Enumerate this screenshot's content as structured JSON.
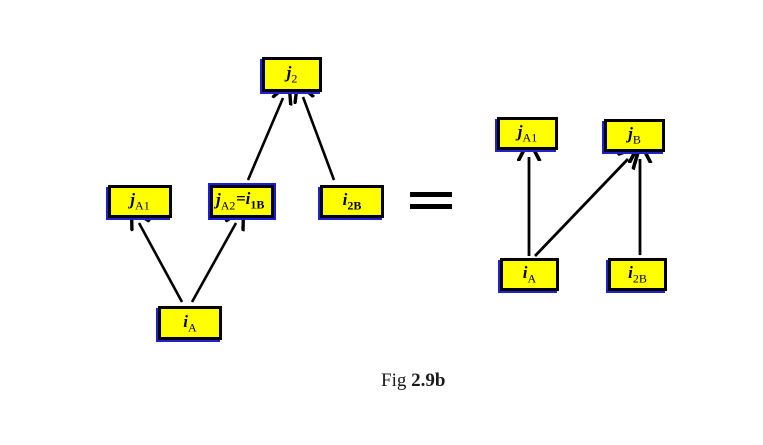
{
  "figure": {
    "caption": "Fig 2.9b",
    "caption_lead": "Fig ",
    "caption_number": "2.9b",
    "colors": {
      "node_fill": "#FFFF00",
      "node_border": "#000000",
      "node_shadow": "#2222CC",
      "arrow": "#000000",
      "background": "#FFFFFF",
      "selection": "#1A1AE0"
    }
  },
  "equality_operator": {
    "symbol": "=",
    "name": "equals-sign"
  },
  "left_diagram": {
    "name": "left-graph",
    "nodes": [
      {
        "id": "j2",
        "label_main": "j",
        "label_sub": "2",
        "sub_bold": false,
        "selected": false
      },
      {
        "id": "jA1",
        "label_main": "j",
        "label_sub": "A1",
        "sub_bold": false,
        "selected": false
      },
      {
        "id": "jA2",
        "label_main": "j",
        "label_sub": "A2",
        "sub_bold": false,
        "selected": true,
        "overlay_main": "=i",
        "overlay_sub": "1B",
        "overlay_sub_bold": true
      },
      {
        "id": "i2B",
        "label_main": "i",
        "label_sub": "2B",
        "sub_bold": true,
        "selected": false
      },
      {
        "id": "iA",
        "label_main": "i",
        "label_sub": "A",
        "sub_bold": false,
        "selected": false
      }
    ],
    "edges": [
      {
        "from": "jA2",
        "to": "j2",
        "name": "edge-jA2-to-j2"
      },
      {
        "from": "i2B",
        "to": "j2",
        "name": "edge-i2B-to-j2"
      },
      {
        "from": "iA",
        "to": "jA1",
        "name": "edge-iA-to-jA1"
      },
      {
        "from": "iA",
        "to": "jA2",
        "name": "edge-iA-to-jA2"
      }
    ]
  },
  "right_diagram": {
    "name": "right-graph",
    "nodes": [
      {
        "id": "jA1r",
        "label_main": "j",
        "label_sub": "A1",
        "sub_bold": false,
        "selected": false
      },
      {
        "id": "jBr",
        "label_main": "j",
        "label_sub": "B",
        "sub_bold": false,
        "selected": false
      },
      {
        "id": "iAr",
        "label_main": "i",
        "label_sub": "A",
        "sub_bold": false,
        "selected": false
      },
      {
        "id": "i2Br",
        "label_main": "i",
        "label_sub": "2B",
        "sub_bold": false,
        "selected": false
      }
    ],
    "edges": [
      {
        "from": "iAr",
        "to": "jA1r",
        "name": "edge-iAr-to-jA1r"
      },
      {
        "from": "iAr",
        "to": "jBr",
        "name": "edge-iAr-to-jBr"
      },
      {
        "from": "i2Br",
        "to": "jBr",
        "name": "edge-i2Br-to-jBr"
      }
    ]
  }
}
